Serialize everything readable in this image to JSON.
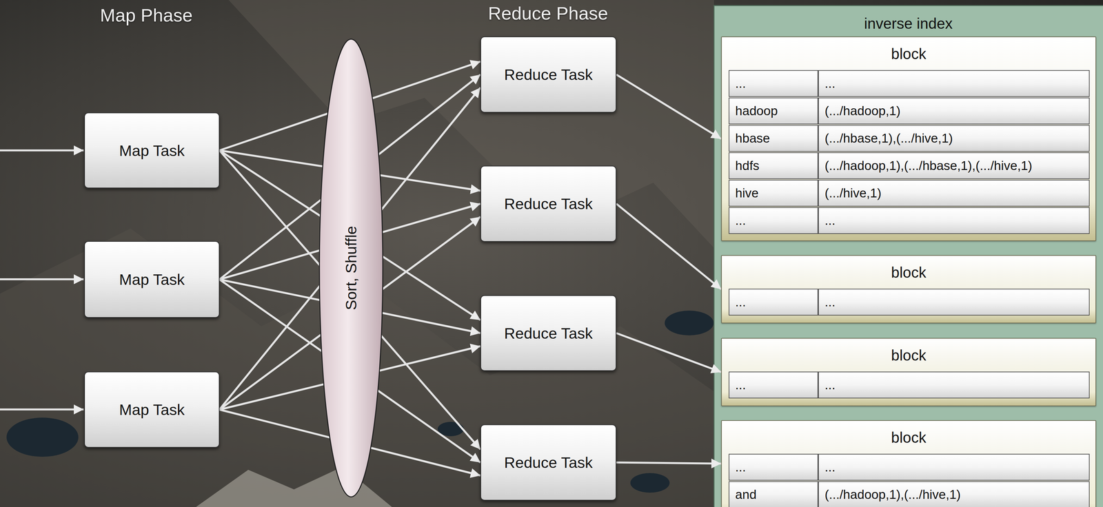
{
  "diagram": {
    "nodes": [
      {
        "text": [
          "Map Task"
        ]
      },
      {
        "text": [
          "Map Task"
        ]
      },
      {
        "text": [
          "Map Task"
        ]
      },
      {
        "text": [
          "Sort, Shuffle"
        ]
      },
      {
        "text": [
          "Reduce Task"
        ]
      },
      {
        "text": [
          "Reduce Task"
        ]
      },
      {
        "text": [
          "Reduce Task"
        ]
      },
      {
        "text": [
          "Reduce Task"
        ]
      },
      {
        "text": [
          "inverse index"
        ]
      },
      {
        "text": [
          "block"
        ],
        "in": 8
      },
      {
        "text": [
          "block"
        ],
        "in": 8
      },
      {
        "text": [
          "block"
        ],
        "in": 8
      },
      {
        "text": [
          "block"
        ],
        "in": 8
      }
    ],
    "edges": [
      {
        "from": 0,
        "to": 4,
        "arrow": "to"
      },
      {
        "from": 0,
        "to": 5,
        "arrow": "to"
      },
      {
        "from": 0,
        "to": 6,
        "arrow": "to"
      },
      {
        "from": 0,
        "to": 7,
        "arrow": "to"
      },
      {
        "from": 1,
        "to": 4,
        "arrow": "to"
      },
      {
        "from": 1,
        "to": 5,
        "arrow": "to"
      },
      {
        "from": 1,
        "to": 6,
        "arrow": "to"
      },
      {
        "from": 1,
        "to": 7,
        "arrow": "to"
      },
      {
        "from": 2,
        "to": 4,
        "arrow": "to"
      },
      {
        "from": 2,
        "to": 5,
        "arrow": "to"
      },
      {
        "from": 2,
        "to": 6,
        "arrow": "to"
      },
      {
        "from": 2,
        "to": 7,
        "arrow": "to"
      },
      {
        "from": 4,
        "to": 9,
        "arrow": "to"
      },
      {
        "from": 5,
        "to": 10,
        "arrow": "to"
      },
      {
        "from": 6,
        "to": 11,
        "arrow": "to"
      },
      {
        "from": 7,
        "to": 12,
        "arrow": "to"
      }
    ],
    "labels": [
      "Map Phase",
      "Reduce Phase",
      "...",
      "...",
      "hadoop",
      "(.../hadoop,1)",
      "hbase",
      "(.../hbase,1),(.../hive,1)",
      "hdfs",
      "(.../hadoop,1),(.../hbase,1),(.../hive,1)",
      "hive",
      "(.../hive,1)",
      "...",
      "...",
      "...",
      "...",
      "...",
      "...",
      "...",
      "...",
      "and",
      "(.../hadoop,1),(.../hive,1)"
    ]
  }
}
